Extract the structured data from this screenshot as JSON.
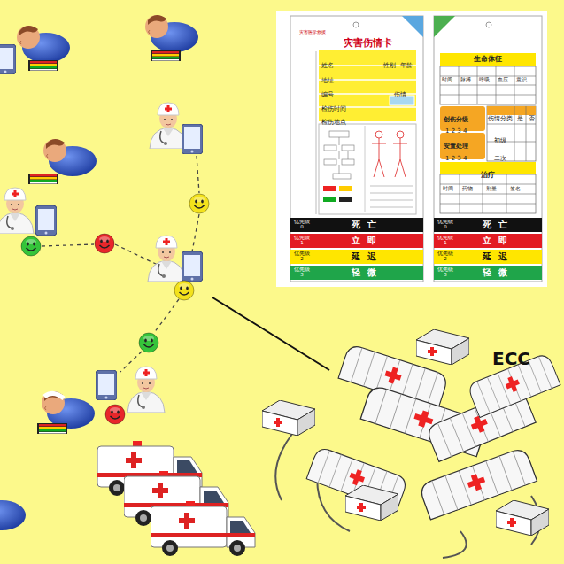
{
  "diagram": {
    "nodes": [
      {
        "text": [
          "灾害伤情卡"
        ]
      },
      {
        "text": [
          "优先级 0",
          "死亡"
        ],
        "in": 0
      },
      {
        "text": [
          "优先级 1",
          "立即"
        ],
        "in": 0
      },
      {
        "text": [
          "优先级 2",
          "延迟"
        ],
        "in": 0
      },
      {
        "text": [
          "优先级 3",
          "轻微"
        ],
        "in": 0
      },
      {
        "text": [
          "生命体征"
        ]
      },
      {
        "text": [
          "优先级 0",
          "死亡"
        ],
        "in": 5
      },
      {
        "text": [
          "优先级 1",
          "立即"
        ],
        "in": 5
      },
      {
        "text": [
          "优先级 2",
          "延迟"
        ],
        "in": 5
      },
      {
        "text": [
          "优先级 3",
          "轻微"
        ],
        "in": 5
      }
    ],
    "labels": [
      "ECC",
      "灾害医学救援",
      "姓名",
      "性别",
      "年龄",
      "地址",
      "编号",
      "伤情",
      "检伤时间",
      "检伤地点",
      "时间",
      "脉搏",
      "呼吸",
      "血压",
      "意识",
      "创伤分级",
      "1 2 3 4",
      "安置处理",
      "1 2 3 4",
      "伤情分类",
      "是",
      "否",
      "初级",
      "二次",
      "治疗",
      "时间",
      "药物",
      "剂量",
      "签名"
    ]
  }
}
